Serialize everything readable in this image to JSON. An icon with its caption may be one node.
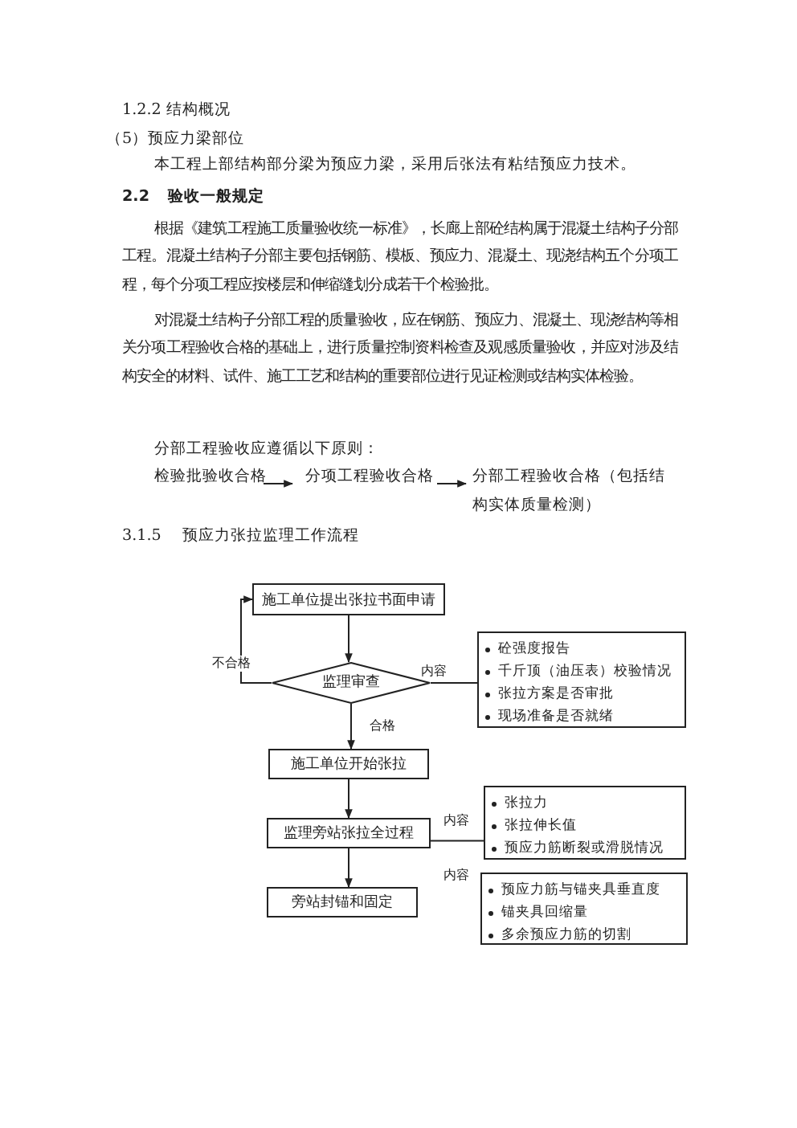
{
  "diagram": {
    "nodes": [
      {
        "text": [
          "检验批验收合格"
        ]
      },
      {
        "text": [
          "分项工程验收合格"
        ]
      },
      {
        "text": [
          "分部工程验收合格（包括结构实体质量检测）"
        ]
      },
      {
        "text": [
          "施工单位提出张拉书面申请"
        ]
      },
      {
        "text": [
          "监理审查"
        ]
      },
      {
        "text": [
          "砼强度报告",
          "千斤顶（油压表）校验情况",
          "张拉方案是否审批",
          "现场准备是否就绪"
        ]
      },
      {
        "text": [
          "施工单位开始张拉"
        ]
      },
      {
        "text": [
          "监理旁站张拉全过程"
        ]
      },
      {
        "text": [
          "张拉力",
          "张拉伸长值",
          "预应力筋断裂或滑脱情况"
        ]
      },
      {
        "text": [
          "旁站封锚和固定"
        ]
      },
      {
        "text": [
          "预应力筋与锚夹具垂直度",
          "锚夹具回缩量",
          "多余预应力筋的切割"
        ]
      }
    ],
    "edges": [
      {
        "from": 0,
        "to": 1,
        "arrow": "to"
      },
      {
        "from": 1,
        "to": 2,
        "arrow": "to"
      },
      {
        "from": 3,
        "to": 4,
        "arrow": "to"
      },
      {
        "from": 4,
        "to": 3,
        "arrow": "to",
        "label": "不合格"
      },
      {
        "from": 4,
        "to": 5,
        "arrow": "none",
        "label": "内容"
      },
      {
        "from": 4,
        "to": 6,
        "arrow": "to",
        "label": "合格"
      },
      {
        "from": 6,
        "to": 7,
        "arrow": "to"
      },
      {
        "from": 7,
        "to": 8,
        "arrow": "none",
        "label": "内容"
      },
      {
        "from": 7,
        "to": 9,
        "arrow": "to"
      }
    ],
    "labels": [
      "1.2.2 结构概况",
      "（5）预应力梁部位",
      "本工程上部结构部分梁为预应力梁，采用后张法有粘结预应力技术。",
      "2.2 验收一般规定",
      "根据《建筑工程施工质量验收统一标准》，长廊上部砼结构属于混凝土结构子分部工程。混凝土结构子分部主要包括钢筋、模板、预应力、混凝土、现浇结构五个分项工程，每个分项工程应按楼层和伸缩缝划分成若干个检验批。",
      "对混凝土结构子分部工程的质量验收，应在钢筋、预应力、混凝土、现浇结构等相关分项工程验收合格的基础上，进行质量控制资料检查及观感质量验收，并应对涉及结构安全的材料、试件、施工工艺和结构的重要部位进行见证检测或结构实体检验。",
      "分部工程验收应遵循以下原则：",
      "3.1.5 预应力张拉监理工作流程",
      "内容"
    ]
  }
}
